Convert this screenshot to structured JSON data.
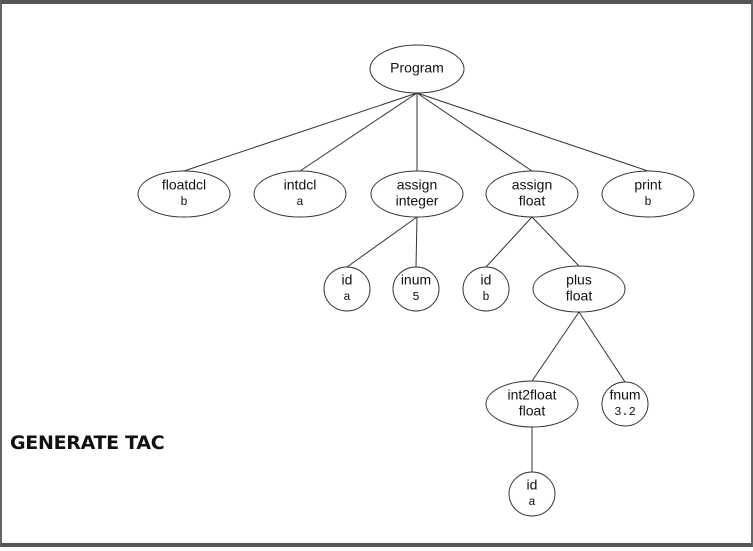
{
  "heading": "GENERATE TAC",
  "tree": {
    "nodes": [
      {
        "id": "program",
        "lines": [
          "Program"
        ],
        "value": ""
      },
      {
        "id": "floatdcl",
        "lines": [
          "floatdcl"
        ],
        "value": "b"
      },
      {
        "id": "intdcl",
        "lines": [
          "intdcl"
        ],
        "value": "a"
      },
      {
        "id": "assign-integer",
        "lines": [
          "assign",
          "integer"
        ],
        "value": ""
      },
      {
        "id": "assign-float",
        "lines": [
          "assign",
          "float"
        ],
        "value": ""
      },
      {
        "id": "print",
        "lines": [
          "print"
        ],
        "value": "b"
      },
      {
        "id": "id-a",
        "lines": [
          "id"
        ],
        "value": "a"
      },
      {
        "id": "inum",
        "lines": [
          "inum"
        ],
        "value": "5"
      },
      {
        "id": "id-b",
        "lines": [
          "id"
        ],
        "value": "b"
      },
      {
        "id": "plus-float",
        "lines": [
          "plus",
          "float"
        ],
        "value": ""
      },
      {
        "id": "int2float",
        "lines": [
          "int2float",
          "float"
        ],
        "value": ""
      },
      {
        "id": "fnum",
        "lines": [
          "fnum"
        ],
        "value": "3.2"
      },
      {
        "id": "id-a-2",
        "lines": [
          "id"
        ],
        "value": "a"
      }
    ],
    "edges": [
      [
        "program",
        "floatdcl"
      ],
      [
        "program",
        "intdcl"
      ],
      [
        "program",
        "assign-integer"
      ],
      [
        "program",
        "assign-float"
      ],
      [
        "program",
        "print"
      ],
      [
        "assign-integer",
        "id-a"
      ],
      [
        "assign-integer",
        "inum"
      ],
      [
        "assign-float",
        "id-b"
      ],
      [
        "assign-float",
        "plus-float"
      ],
      [
        "plus-float",
        "int2float"
      ],
      [
        "plus-float",
        "fnum"
      ],
      [
        "int2float",
        "id-a-2"
      ]
    ]
  }
}
